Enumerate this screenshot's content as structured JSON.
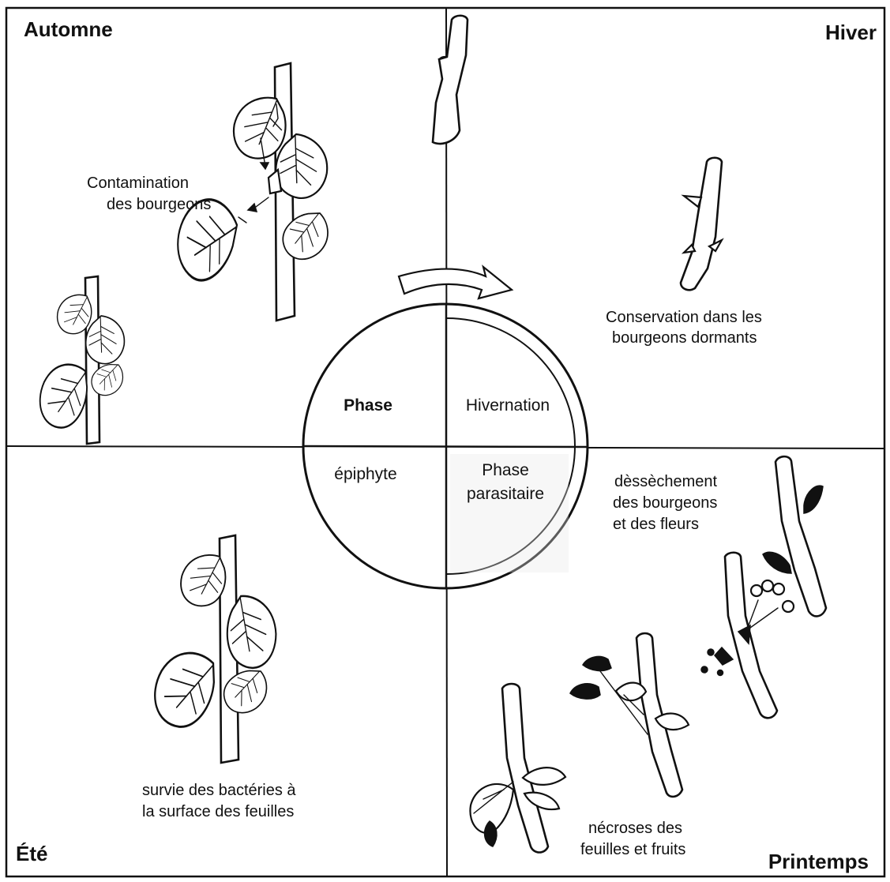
{
  "seasons": {
    "autumn": "Automne",
    "winter": "Hiver",
    "summer": "Été",
    "spring": "Printemps"
  },
  "captions": {
    "autumn_line1": "Contamination",
    "autumn_line2": "des bourgeons",
    "winter_line1": "Conservation dans les",
    "winter_line2": "bourgeons dormants",
    "summer_line1": "survie des bactéries à",
    "summer_line2": "la surface des feuilles",
    "spring_top_line1": "dèssèchement",
    "spring_top_line2": "des bourgeons",
    "spring_top_line3": "et  des fleurs",
    "spring_bottom_line1": "nécroses des",
    "spring_bottom_line2": "feuilles et fruits"
  },
  "cycle": {
    "epiphyte_line1": "Phase",
    "epiphyte_line2": "épiphyte",
    "hivernation": "Hivernation",
    "parasitic_line1": "Phase",
    "parasitic_line2": "parasitaire"
  },
  "icons": [
    "leafy-shoot-icon",
    "dormant-twig-icon",
    "withered-shoot-icon",
    "cycle-arrow-icon"
  ]
}
